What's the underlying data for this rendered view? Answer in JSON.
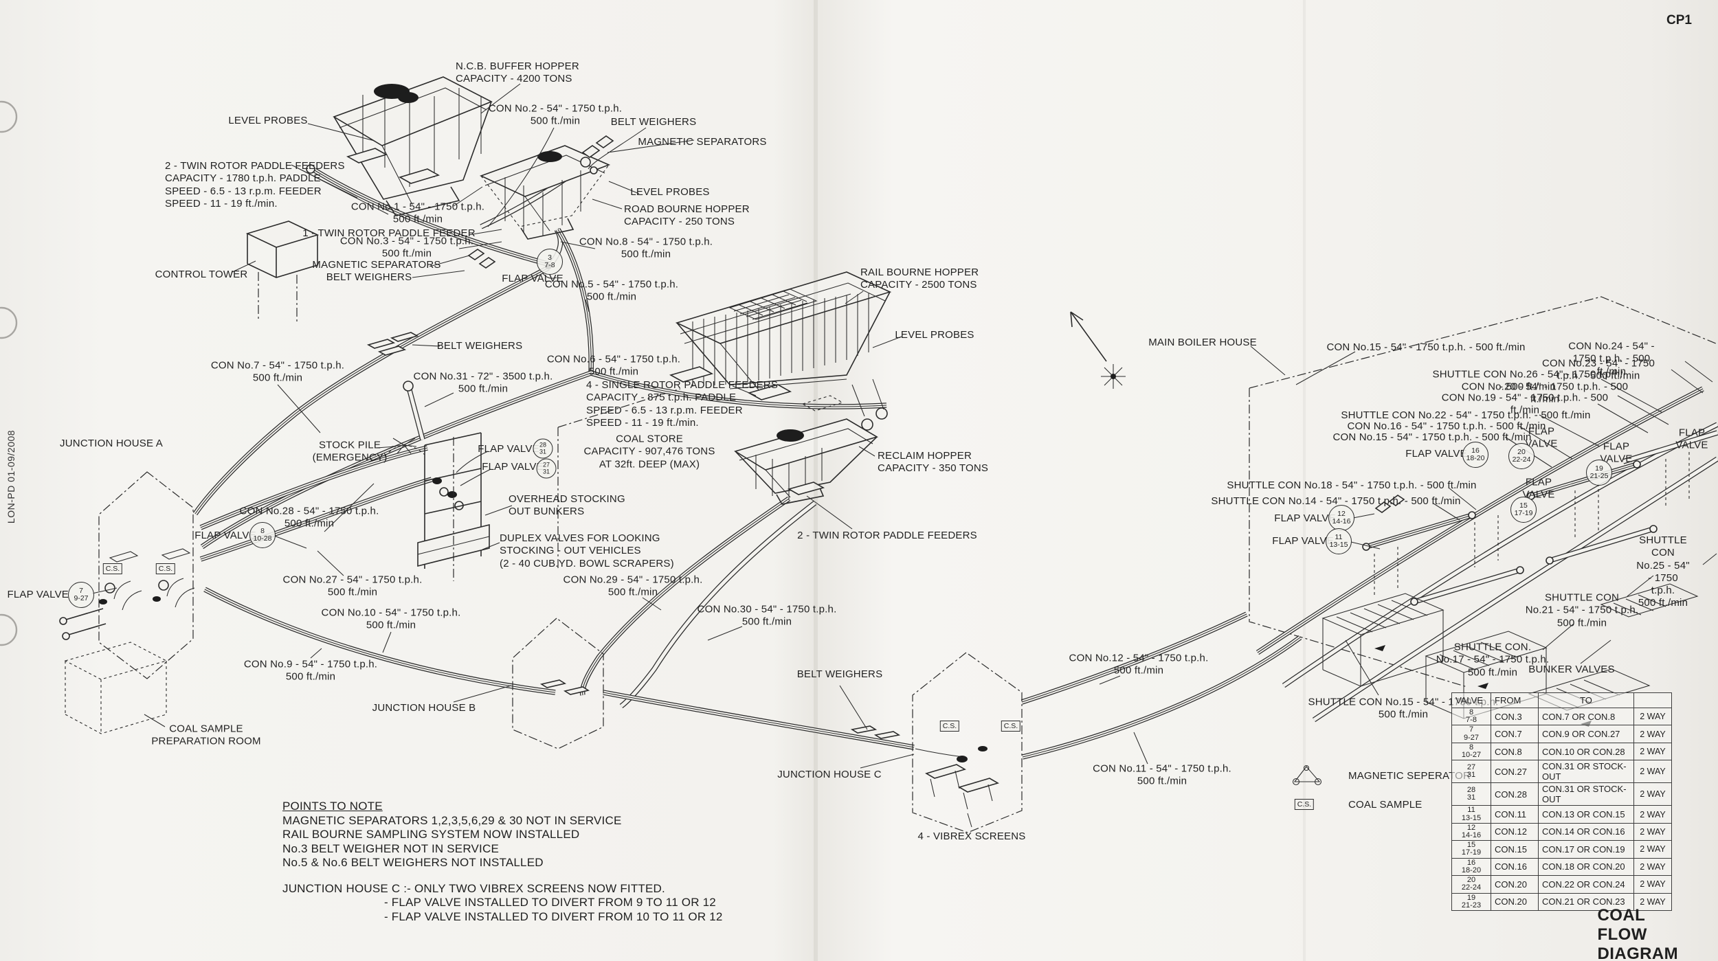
{
  "sheet": {
    "code": "CP1",
    "title": "COAL FLOW DIAGRAM",
    "doc_ref": "LON-PD  01-09/2008"
  },
  "labels": {
    "ncb_hopper": "N.C.B. BUFFER HOPPER\nCAPACITY - 4200 TONS",
    "level_probes_1": "LEVEL PROBES",
    "feeders_2twin": "2 - TWIN ROTOR PADDLE FEEDERS\nCAPACITY - 1780 t.p.h. PADDLE\nSPEED - 6.5 - 13 r.p.m. FEEDER\nSPEED - 11 - 19 ft./min.",
    "con2": "CON No.2 - 54\" - 1750 t.p.h.\n500 ft./min",
    "belt_weighers_1": "BELT WEIGHERS",
    "mag_sep_1": "MAGNETIC SEPARATORS",
    "con1": "CON No.1 - 54\" - 1750 t.p.h.\n500 ft./min",
    "level_probes_2": "LEVEL PROBES",
    "road_hopper": "ROAD BOURNE HOPPER\nCAPACITY - 250 TONS",
    "feeder_1twin": "1 - TWIN ROTOR PADDLE FEEDER",
    "con3": "CON No.3 - 54\" - 1750 t.p.h.\n500 ft./min",
    "mag_sep_2": "MAGNETIC SEPARATORS",
    "belt_weighers_2": "BELT WEIGHERS",
    "con8": "CON No.8 - 54\" - 1750 t.p.h.\n500 ft./min",
    "flap_valve_1": "FLAP VALVE",
    "con5": "CON No.5 - 54\" - 1750 t.p.h.\n500 ft./min",
    "control_tower": "CONTROL TOWER",
    "rail_hopper": "RAIL BOURNE HOPPER\nCAPACITY - 2500 TONS",
    "level_probes_3": "LEVEL PROBES",
    "belt_weighers_3": "BELT WEIGHERS",
    "con7": "CON No.7 - 54\" - 1750 t.p.h.\n500 ft./min",
    "con6": "CON No.6 - 54\" - 1750 t.p.h.\n500 ft./min",
    "con31": "CON No.31 - 72\" - 3500 t.p.h.\n500 ft./min",
    "feeders_4single": "4 - SINGLE ROTOR PADDLE FEEDERS\nCAPACITY - 875 t.p.h. PADDLE\nSPEED - 6.5 - 13 r.p.m. FEEDER\nSPEED - 11 - 19 ft./min.",
    "junction_a": "JUNCTION HOUSE A",
    "stock_pile": "STOCK PILE\n(EMERGENCY)",
    "flap_valve_2": "FLAP VALVE",
    "flap_valve_3": "FLAP VALVE",
    "coal_store": "COAL STORE\nCAPACITY - 907,476 TONS\nAT 32ft. DEEP (MAX)",
    "reclaim_hopper": "RECLAIM HOPPER\nCAPACITY - 350 TONS",
    "con28": "CON No.28 - 54\" - 1750 t.p.h.\n500 ft./min",
    "flap_valve_4": "FLAP VALVE",
    "overhead_bunkers": "OVERHEAD STOCKING\nOUT BUNKERS",
    "duplex_valves": "DUPLEX VALVES FOR LOOKING\nSTOCKING - OUT VEHICLES\n(2 - 40 CUB.YD. BOWL SCRAPERS)",
    "feeders_2twin_b": "2 - TWIN ROTOR PADDLE FEEDERS",
    "con27": "CON No.27 - 54\" - 1750 t.p.h.\n500 ft./min",
    "flap_valve_5": "FLAP VALVE",
    "con29": "CON No.29 - 54\" - 1750 t.p.h.\n500 ft./min",
    "con10": "CON No.10 - 54\" - 1750 t.p.h.\n500 ft./min",
    "con30": "CON No.30 - 54\" - 1750 t.p.h.\n500 ft./min",
    "con9": "CON No.9 - 54\" - 1750 t.p.h.\n500 ft./min",
    "junction_b": "JUNCTION HOUSE B",
    "coal_sample_room": "COAL SAMPLE\nPREPARATION ROOM",
    "belt_weighers_4": "BELT WEIGHERS",
    "con12": "CON No.12 - 54\" - 1750 t.p.h.\n500 ft./min",
    "junction_c": "JUNCTION HOUSE C",
    "con11": "CON No.11 - 54\" - 1750 t.p.h.\n500 ft./min",
    "vibrex": "4 - VIBREX SCREENS",
    "shuttle15": "SHUTTLE CON No.15 - 54\" - 1750 t.p.h.\n500 ft./min",
    "main_boiler": "MAIN BOILER HOUSE",
    "con15_a": "CON No.15 - 54\" - 1750 t.p.h. - 500 ft./min",
    "con24": "CON No.24 - 54\" - 1750 t.p.h. - 500 ft./min",
    "con23": "CON No.23 - 54\" - 1750 t.p.h. - 500 ft./min",
    "shuttle26": "SHUTTLE CON No.26 - 54\" - 1750 t.p.h. - 500 ft./min",
    "con20": "CON No.20 - 54\" - 1750 t.p.h. - 500 ft./min",
    "con19": "CON No.19 - 54\" - 1750 t.p.h. - 500 ft./min",
    "shuttle22": "SHUTTLE CON No.22 - 54\" - 1750 t.p.h. - 500 ft./min",
    "con16": "CON No.16 - 54\" - 1750 t.p.h. - 500 ft./min",
    "con15_b": "CON No.15 - 54\" - 1750 t.p.h. - 500 ft./min",
    "flap_valve_6": "FLAP VALVE",
    "flap_valve_7": "FLAP\nVALVE",
    "flap_valve_8": "FLAP\nVALVE",
    "flap_valve_9": "FLAP\nVALVE",
    "flap_valve_10": "FLAP\nVALVE",
    "shuttle18": "SHUTTLE CON No.18 - 54\" - 1750 t.p.h. - 500 ft./min",
    "shuttle14": "SHUTTLE CON No.14 - 54\" - 1750 t.p.h. - 500 ft./min",
    "flap_valve_11": "FLAP VALVE",
    "flap_valve_12": "FLAP VALVE",
    "shuttle25": "SHUTTLE CON\nNo.25 - 54\" - 1750 t.p.h.\n500 ft./min",
    "shuttle21": "SHUTTLE CON\nNo.21 - 54\" - 1750 t.p.h.\n500 ft./min",
    "shuttle17": "SHUTTLE CON.\nNo.17 - 54\" - 1750 t.p.h.\n500 ft./min",
    "bunker_valves": "BUNKER VALVES"
  },
  "valve_circles": {
    "v3_78": "3\n7-8",
    "v28_31": "28\n31",
    "v27_31": "27\n31",
    "v8_1028": "8\n10-28",
    "v7_927": "7\n9-27",
    "v16_1820": "16\n18-20",
    "v20_2224": "20\n22-24",
    "v19_2125": "19\n21-25",
    "v15_1719": "15\n17-19",
    "v12_1416": "12\n14-16",
    "v11_1315": "11\n13-15"
  },
  "markers": {
    "coal_sample": "C.S."
  },
  "legend": {
    "magnetic_separator": "MAGNETIC SEPERATOR",
    "coal_sample": "COAL SAMPLE"
  },
  "notes": {
    "heading": "POINTS TO NOTE",
    "lines": [
      "MAGNETIC SEPARATORS 1,2,3,5,6,29 & 30 NOT IN SERVICE",
      "RAIL BOURNE SAMPLING SYSTEM NOW INSTALLED",
      "No.3 BELT WEIGHER NOT IN SERVICE",
      "No.5 & No.6 BELT WEIGHERS NOT INSTALLED"
    ],
    "junction_c_heading": "JUNCTION HOUSE C :- ONLY TWO VIBREX SCREENS NOW FITTED.",
    "junction_c_lines": [
      "- FLAP VALVE INSTALLED TO DIVERT FROM 9 TO 11 OR 12",
      "- FLAP VALVE INSTALLED TO DIVERT FROM 10 TO 11 OR 12"
    ]
  },
  "table": {
    "headers": [
      "VALVE",
      "FROM",
      "TO",
      ""
    ],
    "rows": [
      [
        "8\n7-8",
        "CON.3",
        "CON.7 OR CON.8",
        "2 WAY"
      ],
      [
        "7\n9-27",
        "CON.7",
        "CON.9 OR CON.27",
        "2 WAY"
      ],
      [
        "8\n10-27",
        "CON.8",
        "CON.10 OR CON.28",
        "2 WAY"
      ],
      [
        "27\n31",
        "CON.27",
        "CON.31 OR STOCK-OUT",
        "2 WAY"
      ],
      [
        "28\n31",
        "CON.28",
        "CON.31 OR STOCK-OUT",
        "2 WAY"
      ],
      [
        "11\n13-15",
        "CON.11",
        "CON.13 OR CON.15",
        "2 WAY"
      ],
      [
        "12\n14-16",
        "CON.12",
        "CON.14 OR CON.16",
        "2 WAY"
      ],
      [
        "15\n17-19",
        "CON.15",
        "CON.17 OR CON.19",
        "2 WAY"
      ],
      [
        "16\n18-20",
        "CON.16",
        "CON.18 OR CON.20",
        "2 WAY"
      ],
      [
        "20\n22-24",
        "CON.20",
        "CON.22 OR CON.24",
        "2 WAY"
      ],
      [
        "19\n21-23",
        "CON.20",
        "CON.21 OR CON.23",
        "2 WAY"
      ]
    ]
  },
  "colors": {
    "ink": "#2b2b2b",
    "paper": "#f3f2ee"
  }
}
